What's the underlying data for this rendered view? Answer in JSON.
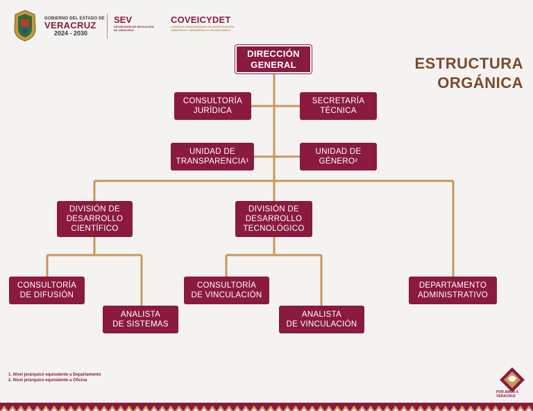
{
  "header": {
    "gov_small": "GOBIERNO DEL ESTADO DE",
    "gov_name": "VERACRUZ",
    "gov_years": "2024 - 2030",
    "sev_title": "SEV",
    "sev_sub_1": "SECRETARÍA DE EDUCACIÓN",
    "sev_sub_2": "DE VERACRUZ",
    "cov_title": "COVEICYDET",
    "cov_sub_1": "CONSEJO VERACRUZANO DE INVESTIGACIÓN",
    "cov_sub_2": "CIENTÍFICA Y DESARROLLO TECNOLÓGICO"
  },
  "title": {
    "line1": "ESTRUCTURA",
    "line2": "ORGÁNICA"
  },
  "nodes": {
    "direccion": {
      "l1": "DIRECCIÓN",
      "l2": "GENERAL"
    },
    "consultoria_juridica": {
      "l1": "CONSULTORÍA",
      "l2": "JURÍDICA"
    },
    "secretaria_tecnica": {
      "l1": "SECRETARÍA",
      "l2": "TÉCNICA"
    },
    "unidad_transparencia": {
      "l1": "UNIDAD DE",
      "l2": "TRANSPARENCIA¹"
    },
    "unidad_genero": {
      "l1": "UNIDAD DE",
      "l2": "GÉNERO²"
    },
    "division_cientifico": {
      "l1": "DIVISIÓN DE",
      "l2": "DESARROLLO",
      "l3": "CIENTÍFICO"
    },
    "division_tecnologico": {
      "l1": "DIVISIÓN DE",
      "l2": "DESARROLLO",
      "l3": "TECNOLÓGICO"
    },
    "consultoria_difusion": {
      "l1": "CONSULTORÍA",
      "l2": "DE DIFUSIÓN"
    },
    "analista_sistemas": {
      "l1": "ANALISTA",
      "l2": "DE SISTEMAS"
    },
    "consultoria_vinculacion": {
      "l1": "CONSULTORÍA",
      "l2": "DE VINCULACIÓN"
    },
    "analista_vinculacion": {
      "l1": "ANALISTA",
      "l2": "DE VINCULACIÓN"
    },
    "depto_administrativo": {
      "l1": "DEPARTAMENTO",
      "l2": "ADMINISTRATIVO"
    }
  },
  "footnotes": [
    "1. Nivel jerárquico equivalente a Departamento",
    "2. Nivel jerárquico equivalente a Oficina"
  ],
  "corner": {
    "line1": "POR AMOR A",
    "line2": "VERACRUZ"
  },
  "colors": {
    "primary": "#8a1a3e",
    "connector": "#c9975a",
    "title": "#7a4a2a",
    "background": "#f4f3f1"
  }
}
